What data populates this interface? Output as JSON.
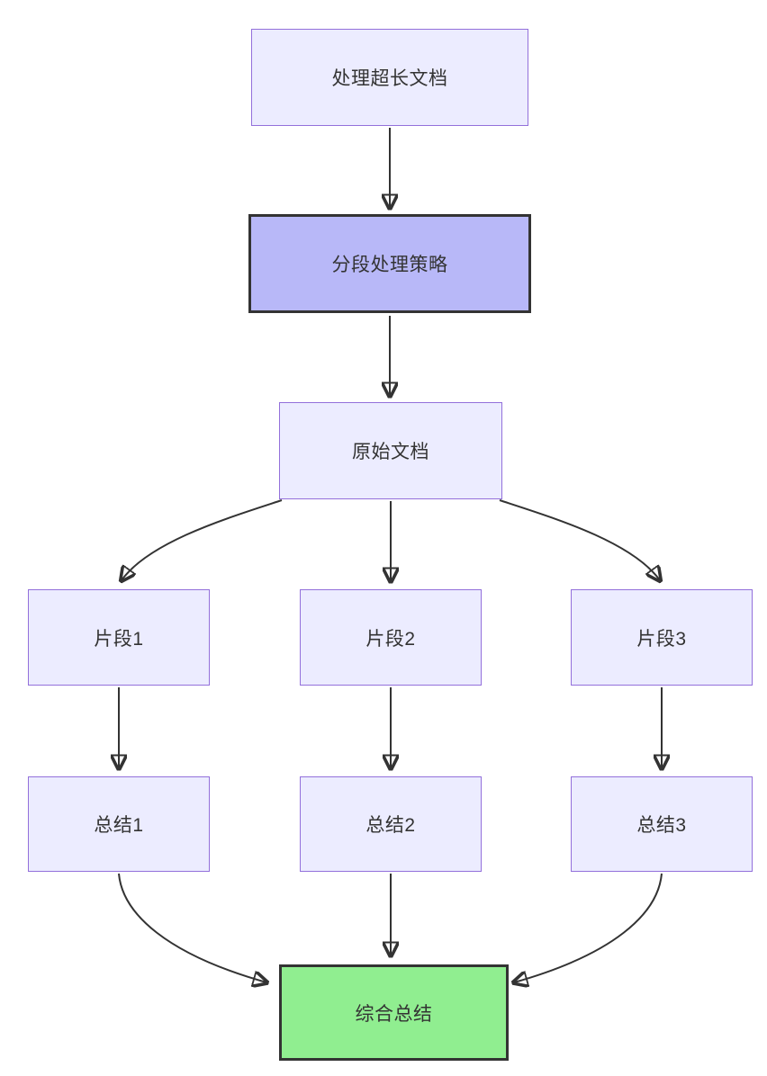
{
  "diagram": {
    "type": "flowchart",
    "direction": "top-down",
    "nodes": [
      {
        "id": "A",
        "label": "处理超长文档",
        "kind": "default"
      },
      {
        "id": "B",
        "label": "分段处理策略",
        "kind": "highlight"
      },
      {
        "id": "C",
        "label": "原始文档",
        "kind": "default"
      },
      {
        "id": "D1",
        "label": "片段1",
        "kind": "default"
      },
      {
        "id": "D2",
        "label": "片段2",
        "kind": "default"
      },
      {
        "id": "D3",
        "label": "片段3",
        "kind": "default"
      },
      {
        "id": "E1",
        "label": "总结1",
        "kind": "default"
      },
      {
        "id": "E2",
        "label": "总结2",
        "kind": "default"
      },
      {
        "id": "E3",
        "label": "总结3",
        "kind": "default"
      },
      {
        "id": "F",
        "label": "综合总结",
        "kind": "success"
      }
    ],
    "edges": [
      {
        "from": "处理超长文档",
        "to": "分段处理策略"
      },
      {
        "from": "分段处理策略",
        "to": "原始文档"
      },
      {
        "from": "原始文档",
        "to": "片段1"
      },
      {
        "from": "原始文档",
        "to": "片段2"
      },
      {
        "from": "原始文档",
        "to": "片段3"
      },
      {
        "from": "片段1",
        "to": "总结1"
      },
      {
        "from": "片段2",
        "to": "总结2"
      },
      {
        "from": "片段3",
        "to": "总结3"
      },
      {
        "from": "总结1",
        "to": "综合总结"
      },
      {
        "from": "总结2",
        "to": "综合总结"
      },
      {
        "from": "总结3",
        "to": "综合总结"
      }
    ],
    "colors": {
      "default_fill": "#ECECFF",
      "default_border": "#9370DB",
      "highlight_fill": "#B8B8F8",
      "highlight_border": "#333333",
      "success_fill": "#90EE90",
      "success_border": "#333333",
      "edge": "#333333",
      "text": "#333333",
      "background": "#FFFFFF"
    }
  }
}
